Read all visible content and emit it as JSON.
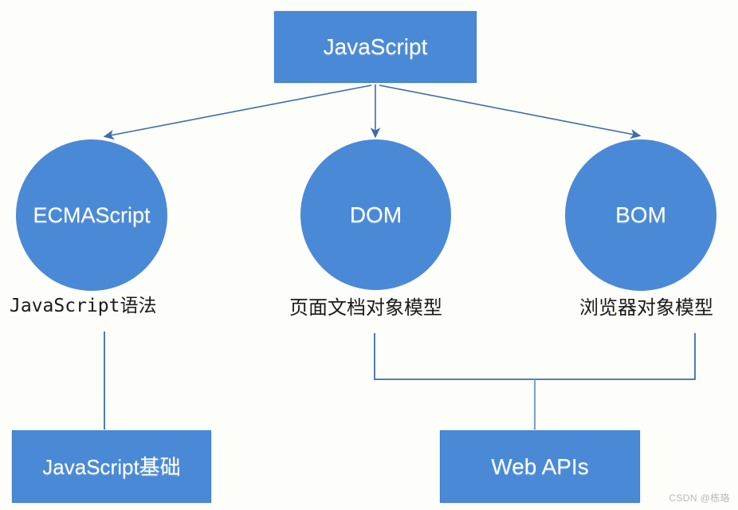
{
  "diagram": {
    "title_node": {
      "id": "javascript",
      "label": "JavaScript",
      "shape": "rectangle"
    },
    "branches": [
      {
        "id": "ecmascript",
        "label": "ECMAScript",
        "shape": "circle",
        "caption": "JavaScript语法"
      },
      {
        "id": "dom",
        "label": "DOM",
        "shape": "circle",
        "caption": "页面文档对象模型"
      },
      {
        "id": "bom",
        "label": "BOM",
        "shape": "circle",
        "caption": "浏览器对象模型"
      }
    ],
    "outcomes": [
      {
        "id": "js-basics",
        "label": "JavaScript基础",
        "shape": "rectangle",
        "from": [
          "ecmascript"
        ]
      },
      {
        "id": "web-apis",
        "label": "Web APIs",
        "shape": "rectangle",
        "from": [
          "dom",
          "bom"
        ]
      }
    ],
    "colors": {
      "node_fill": "#4a89d6",
      "node_text": "#ffffff",
      "connector": "#3b6ea8",
      "caption_text": "#1a1a1a",
      "background": "#fdfefa",
      "watermark_text": "#b9b9b9"
    }
  },
  "watermark": {
    "text": "CSDN @栋珞"
  }
}
